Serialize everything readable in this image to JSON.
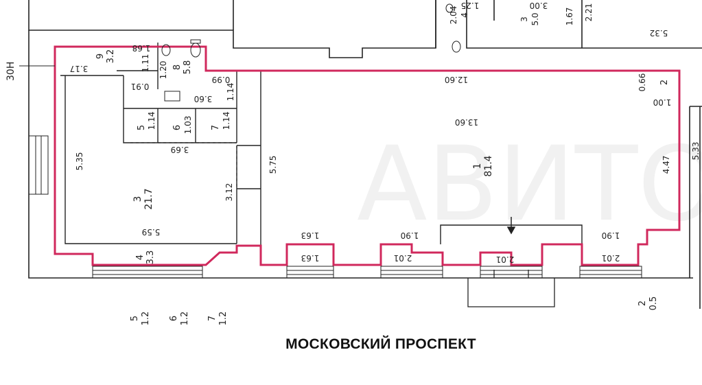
{
  "street_label": "МОСКОВСКИЙ ПРОСПЕКТ",
  "colors": {
    "outline": "#d0285c",
    "wall": "#222222",
    "watermark": "#ececec"
  },
  "icons": [
    "door-arrow-icon",
    "toilet-icon",
    "sink-icon"
  ],
  "side_label": "30Н",
  "rooms": {
    "r1": {
      "num": "1",
      "area": "81.4"
    },
    "r2": {
      "num": "2",
      "area": ""
    },
    "r3": {
      "num": "3",
      "area": "21.7"
    },
    "r4": {
      "num": "4",
      "area": "3.3"
    },
    "r5": {
      "num": "5",
      "area": ""
    },
    "r6": {
      "num": "6",
      "area": ""
    },
    "r7": {
      "num": "7",
      "area": ""
    },
    "r8": {
      "num": "8",
      "area": "5.8"
    },
    "r9": {
      "num": "9",
      "area": "3.2"
    }
  },
  "top_rooms": {
    "n4": {
      "num": "4",
      "val": "2.04"
    },
    "n3": {
      "num": "3",
      "area": "5.0"
    }
  },
  "below": {
    "b5": {
      "num": "5",
      "area": "1.2"
    },
    "b6": {
      "num": "6",
      "area": "1.2"
    },
    "b7": {
      "num": "7",
      "area": "1.2"
    },
    "b2": {
      "num": "2",
      "area": "0.5"
    }
  },
  "dims": {
    "d1260": "12.60",
    "d1360": "13.60",
    "d447": "4.47",
    "d066": "0.66",
    "d100": "1.00",
    "d535": "5.35",
    "d575": "5.75",
    "d312": "3.12",
    "d369": "3.69",
    "d360": "3.60",
    "d559": "5.59",
    "d317": "3.17",
    "d168": "1.68",
    "d111": "1.11",
    "d120": "1.20",
    "d099": "0.99",
    "d114": "1.14",
    "d091": "0.91",
    "d114b": "1.14",
    "d103": "1.03",
    "d114c": "1.14",
    "d163a": "1.63",
    "d163b": "1.63",
    "d190a": "1.90",
    "d190b": "1.90",
    "d201a": "2.01",
    "d201b": "2.01",
    "d201c": "2.01",
    "d125": "1.25",
    "d300": "3.00",
    "d167": "1.67",
    "d221": "2.21",
    "d532": "5.32",
    "d533": "5.33"
  }
}
